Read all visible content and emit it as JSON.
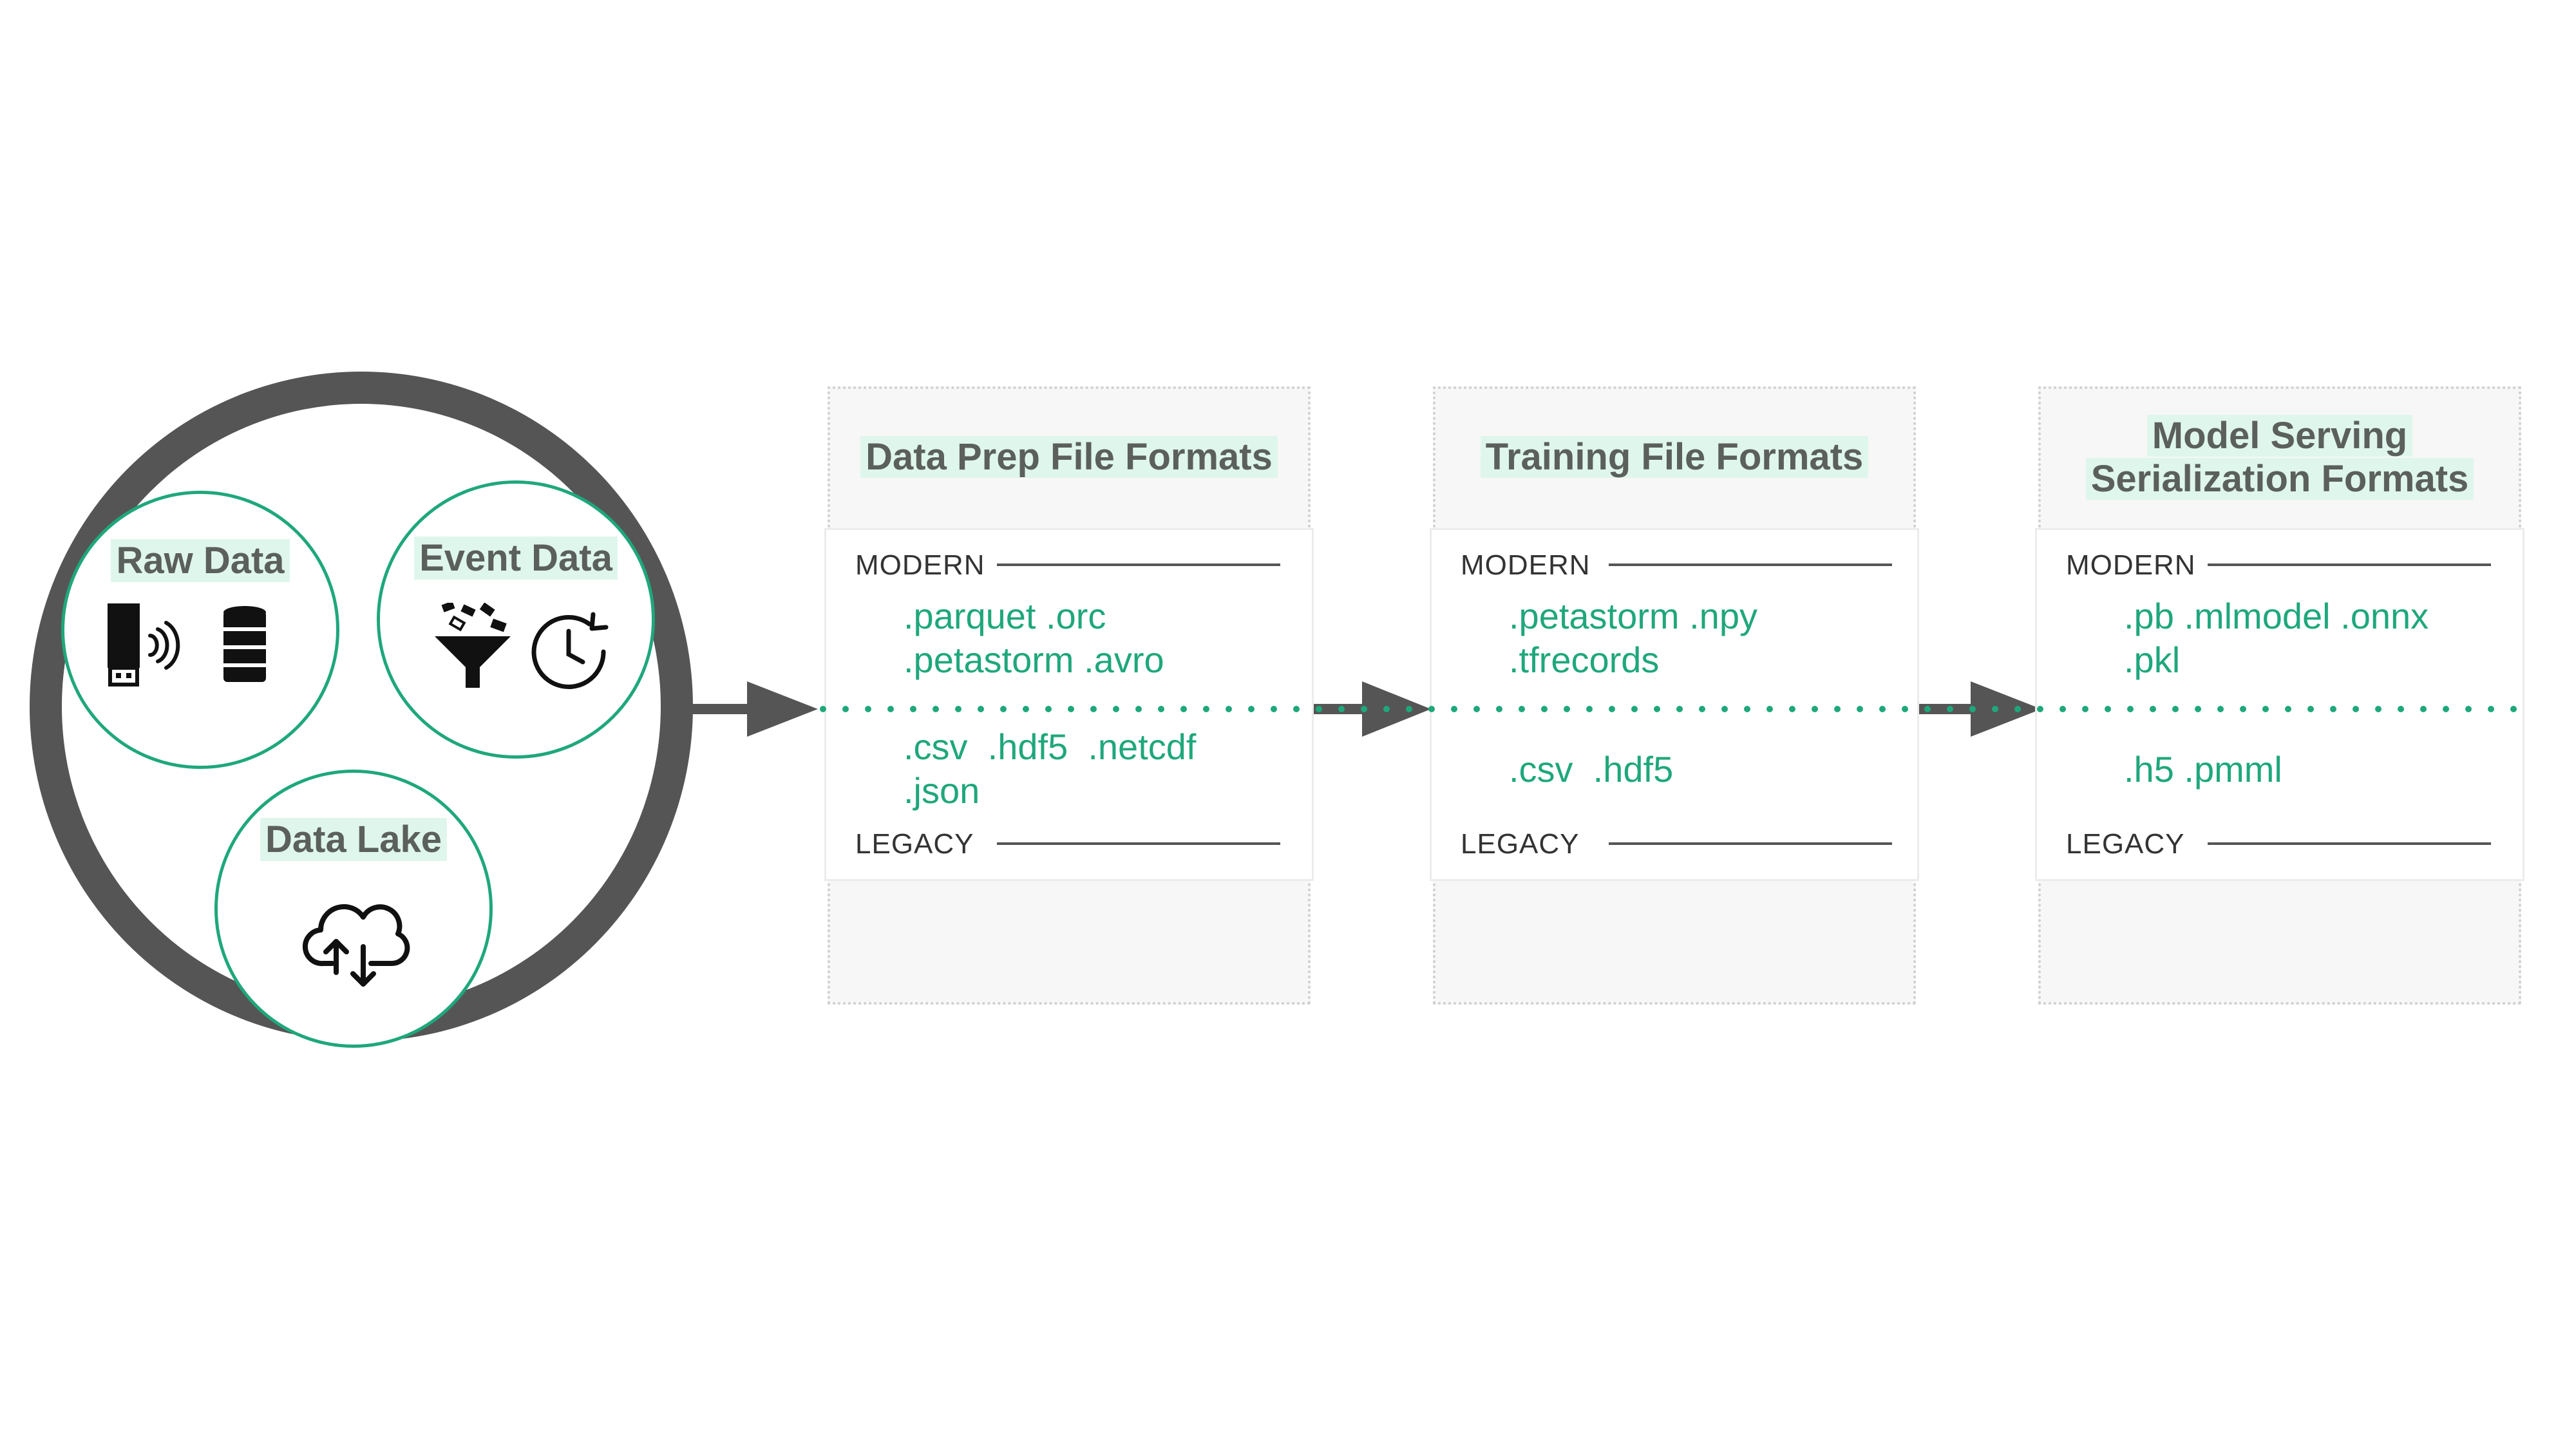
{
  "sources": {
    "raw": {
      "label": "Raw Data",
      "icons": [
        "usb-stick-icon",
        "wireless-signal-icon",
        "database-icon"
      ]
    },
    "event": {
      "label": "Event Data",
      "icons": [
        "funnel-icon",
        "clock-refresh-icon"
      ]
    },
    "lake": {
      "label": "Data Lake",
      "icons": [
        "cloud-sync-icon"
      ]
    }
  },
  "stages": [
    {
      "title_lines": [
        "Data Prep File Formats"
      ],
      "modern_label": "MODERN",
      "modern_lines": [
        ".parquet .orc",
        ".petastorm .avro"
      ],
      "legacy_lines": [
        ".csv  .hdf5  .netcdf",
        ".json"
      ],
      "legacy_label": "LEGACY"
    },
    {
      "title_lines": [
        "Training File Formats"
      ],
      "modern_label": "MODERN",
      "modern_lines": [
        ".petastorm .npy",
        ".tfrecords"
      ],
      "legacy_lines": [
        ".csv  .hdf5"
      ],
      "legacy_label": "LEGACY"
    },
    {
      "title_lines": [
        "Model Serving",
        "Serialization Formats"
      ],
      "modern_label": "MODERN",
      "modern_lines": [
        ".pb .mlmodel .onnx",
        ".pkl"
      ],
      "legacy_lines": [
        ".h5 .pmml"
      ],
      "legacy_label": "LEGACY"
    }
  ],
  "colors": {
    "accent": "#1fa77c",
    "highlight": "#dff6ec",
    "dark": "#555555",
    "heading": "#5b605d"
  }
}
